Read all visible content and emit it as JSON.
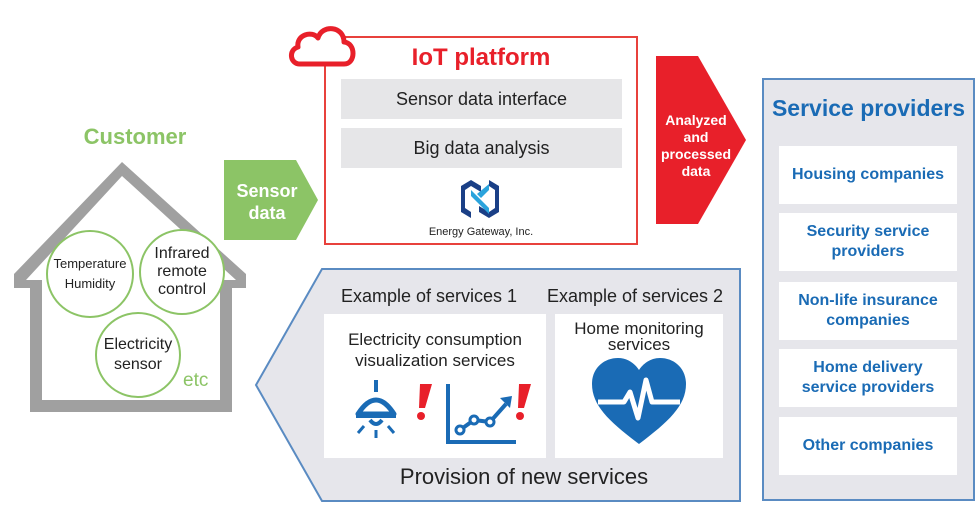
{
  "customer": {
    "title": "Customer",
    "temp_humidity": [
      "Temperature",
      "Humidity"
    ],
    "infrared": [
      "Infrared",
      "remote",
      "control"
    ],
    "electricity": [
      "Electricity",
      "sensor"
    ],
    "etc": "etc"
  },
  "sensor_arrow": [
    "Sensor",
    "data"
  ],
  "iot_platform": {
    "title": "IoT platform",
    "items": [
      "Sensor data interface",
      "Big data analysis"
    ],
    "company": "Energy Gateway, Inc."
  },
  "analyzed_arrow": [
    "Analyzed",
    "and",
    "processed",
    "data"
  ],
  "service_providers": {
    "title": "Service providers",
    "items": [
      [
        "Housing companies"
      ],
      [
        "Security service",
        "providers"
      ],
      [
        "Non-life insurance",
        "companies"
      ],
      [
        "Home delivery",
        "service providers"
      ],
      [
        "Other companies"
      ]
    ]
  },
  "provision": {
    "example1_label": "Example of services 1",
    "example2_label": "Example of services 2",
    "example1_title": [
      "Electricity consumption",
      "visualization services"
    ],
    "example2_title": [
      "Home monitoring",
      "services"
    ],
    "title": "Provision of new services"
  },
  "colors": {
    "green": "#8cc466",
    "red": "#e8202a",
    "blue": "#1a6bb5",
    "gray": "#a0a0a0"
  }
}
